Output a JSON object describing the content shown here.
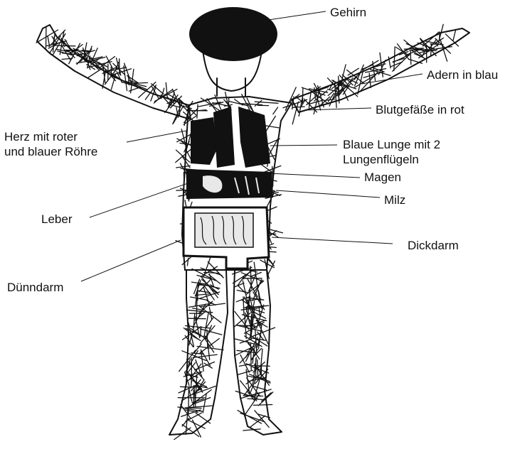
{
  "labels": {
    "gehirn": "Gehirn",
    "adern": "Adern in blau",
    "blutgefaesse": "Blutgefäße in rot",
    "herz": [
      "Herz mit roter",
      "und blauer Röhre"
    ],
    "lunge": [
      "Blaue Lunge mit 2",
      "Lungenflügeln"
    ],
    "magen": "Magen",
    "milz": "Milz",
    "leber": "Leber",
    "dickdarm": "Dickdarm",
    "duenndarm": "Dünndarm"
  },
  "colors": {
    "ink": "#111111",
    "paper": "#ffffff",
    "organ_light": "#e8e8e8"
  }
}
